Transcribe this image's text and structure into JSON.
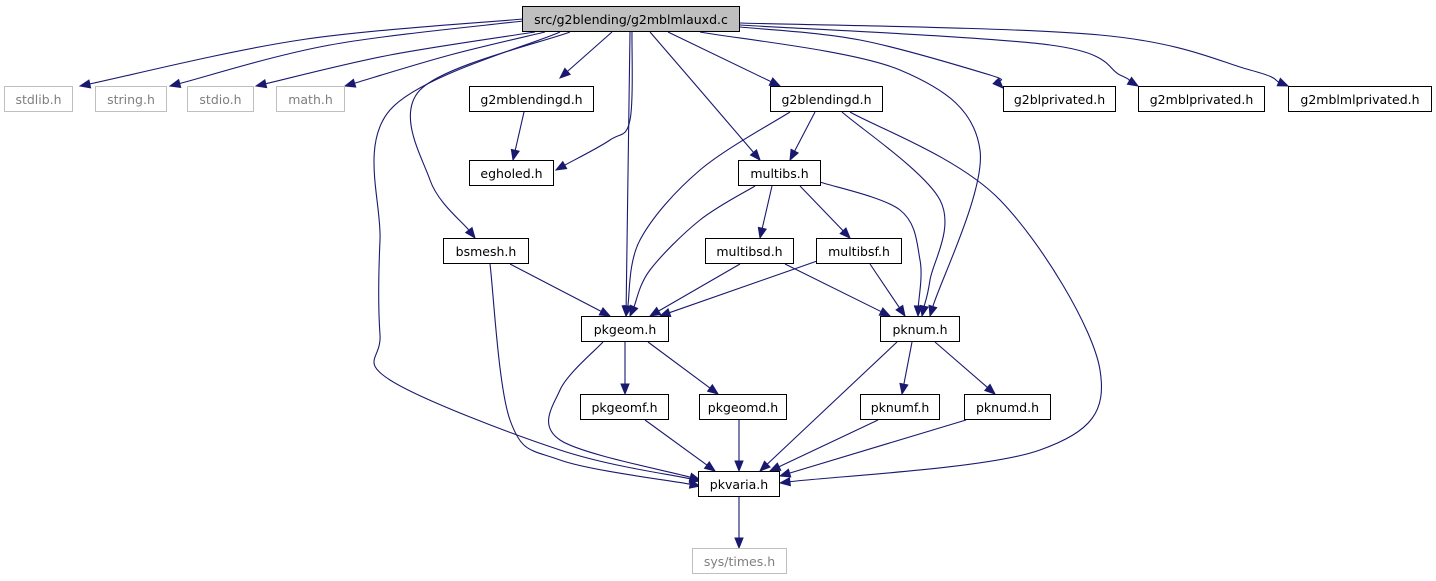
{
  "graph": {
    "root": "n_root",
    "colors": {
      "edge": "#191970",
      "node_border": "#000000",
      "external_border": "#bfbfbf",
      "external_text": "#7f7f7f",
      "root_fill": "#bfbfbf"
    },
    "nodes": [
      {
        "id": "n_root",
        "label": "src/g2blending/g2mblmlauxd.c",
        "kind": "root"
      },
      {
        "id": "n_stdlib",
        "label": "stdlib.h",
        "kind": "external"
      },
      {
        "id": "n_string",
        "label": "string.h",
        "kind": "external"
      },
      {
        "id": "n_stdio",
        "label": "stdio.h",
        "kind": "external"
      },
      {
        "id": "n_math",
        "label": "math.h",
        "kind": "external"
      },
      {
        "id": "n_g2mblendingd",
        "label": "g2mblendingd.h",
        "kind": "file"
      },
      {
        "id": "n_g2blendingd",
        "label": "g2blendingd.h",
        "kind": "file"
      },
      {
        "id": "n_g2blprivated",
        "label": "g2blprivated.h",
        "kind": "file"
      },
      {
        "id": "n_g2mblprivated",
        "label": "g2mblprivated.h",
        "kind": "file"
      },
      {
        "id": "n_g2mblmlprivated",
        "label": "g2mblmlprivated.h",
        "kind": "file"
      },
      {
        "id": "n_egholed",
        "label": "egholed.h",
        "kind": "file"
      },
      {
        "id": "n_multibs",
        "label": "multibs.h",
        "kind": "file"
      },
      {
        "id": "n_bsmesh",
        "label": "bsmesh.h",
        "kind": "file"
      },
      {
        "id": "n_multibsd",
        "label": "multibsd.h",
        "kind": "file"
      },
      {
        "id": "n_multibsf",
        "label": "multibsf.h",
        "kind": "file"
      },
      {
        "id": "n_pkgeom",
        "label": "pkgeom.h",
        "kind": "file"
      },
      {
        "id": "n_pknum",
        "label": "pknum.h",
        "kind": "file"
      },
      {
        "id": "n_pkgeomf",
        "label": "pkgeomf.h",
        "kind": "file"
      },
      {
        "id": "n_pkgeomd",
        "label": "pkgeomd.h",
        "kind": "file"
      },
      {
        "id": "n_pknumf",
        "label": "pknumf.h",
        "kind": "file"
      },
      {
        "id": "n_pknumd",
        "label": "pknumd.h",
        "kind": "file"
      },
      {
        "id": "n_pkvaria",
        "label": "pkvaria.h",
        "kind": "file"
      },
      {
        "id": "n_systimes",
        "label": "sys/times.h",
        "kind": "external"
      }
    ],
    "edges": [
      {
        "from": "n_root",
        "to": "n_stdlib"
      },
      {
        "from": "n_root",
        "to": "n_string"
      },
      {
        "from": "n_root",
        "to": "n_stdio"
      },
      {
        "from": "n_root",
        "to": "n_math"
      },
      {
        "from": "n_root",
        "to": "n_g2mblendingd"
      },
      {
        "from": "n_root",
        "to": "n_egholed"
      },
      {
        "from": "n_root",
        "to": "n_bsmesh"
      },
      {
        "from": "n_root",
        "to": "n_pkgeom"
      },
      {
        "from": "n_root",
        "to": "n_pkvaria"
      },
      {
        "from": "n_root",
        "to": "n_multibs"
      },
      {
        "from": "n_root",
        "to": "n_g2blendingd"
      },
      {
        "from": "n_root",
        "to": "n_pknum"
      },
      {
        "from": "n_root",
        "to": "n_g2blprivated"
      },
      {
        "from": "n_root",
        "to": "n_g2mblprivated"
      },
      {
        "from": "n_root",
        "to": "n_g2mblmlprivated"
      },
      {
        "from": "n_g2mblendingd",
        "to": "n_egholed"
      },
      {
        "from": "n_g2blendingd",
        "to": "n_multibs"
      },
      {
        "from": "n_g2blendingd",
        "to": "n_pkgeom"
      },
      {
        "from": "n_g2blendingd",
        "to": "n_pknum"
      },
      {
        "from": "n_g2blendingd",
        "to": "n_pkvaria"
      },
      {
        "from": "n_multibs",
        "to": "n_multibsd"
      },
      {
        "from": "n_multibs",
        "to": "n_multibsf"
      },
      {
        "from": "n_multibs",
        "to": "n_pkgeom"
      },
      {
        "from": "n_multibs",
        "to": "n_pknum"
      },
      {
        "from": "n_bsmesh",
        "to": "n_pkgeom"
      },
      {
        "from": "n_bsmesh",
        "to": "n_pkvaria"
      },
      {
        "from": "n_multibsd",
        "to": "n_pkgeom"
      },
      {
        "from": "n_multibsd",
        "to": "n_pknum"
      },
      {
        "from": "n_multibsf",
        "to": "n_pkgeom"
      },
      {
        "from": "n_multibsf",
        "to": "n_pknum"
      },
      {
        "from": "n_pkgeom",
        "to": "n_pkgeomf"
      },
      {
        "from": "n_pkgeom",
        "to": "n_pkgeomd"
      },
      {
        "from": "n_pkgeom",
        "to": "n_pkvaria"
      },
      {
        "from": "n_pknum",
        "to": "n_pknumf"
      },
      {
        "from": "n_pknum",
        "to": "n_pknumd"
      },
      {
        "from": "n_pknum",
        "to": "n_pkvaria"
      },
      {
        "from": "n_pkgeomf",
        "to": "n_pkvaria"
      },
      {
        "from": "n_pkgeomd",
        "to": "n_pkvaria"
      },
      {
        "from": "n_pknumf",
        "to": "n_pkvaria"
      },
      {
        "from": "n_pknumd",
        "to": "n_pkvaria"
      },
      {
        "from": "n_pkvaria",
        "to": "n_systimes"
      }
    ]
  }
}
